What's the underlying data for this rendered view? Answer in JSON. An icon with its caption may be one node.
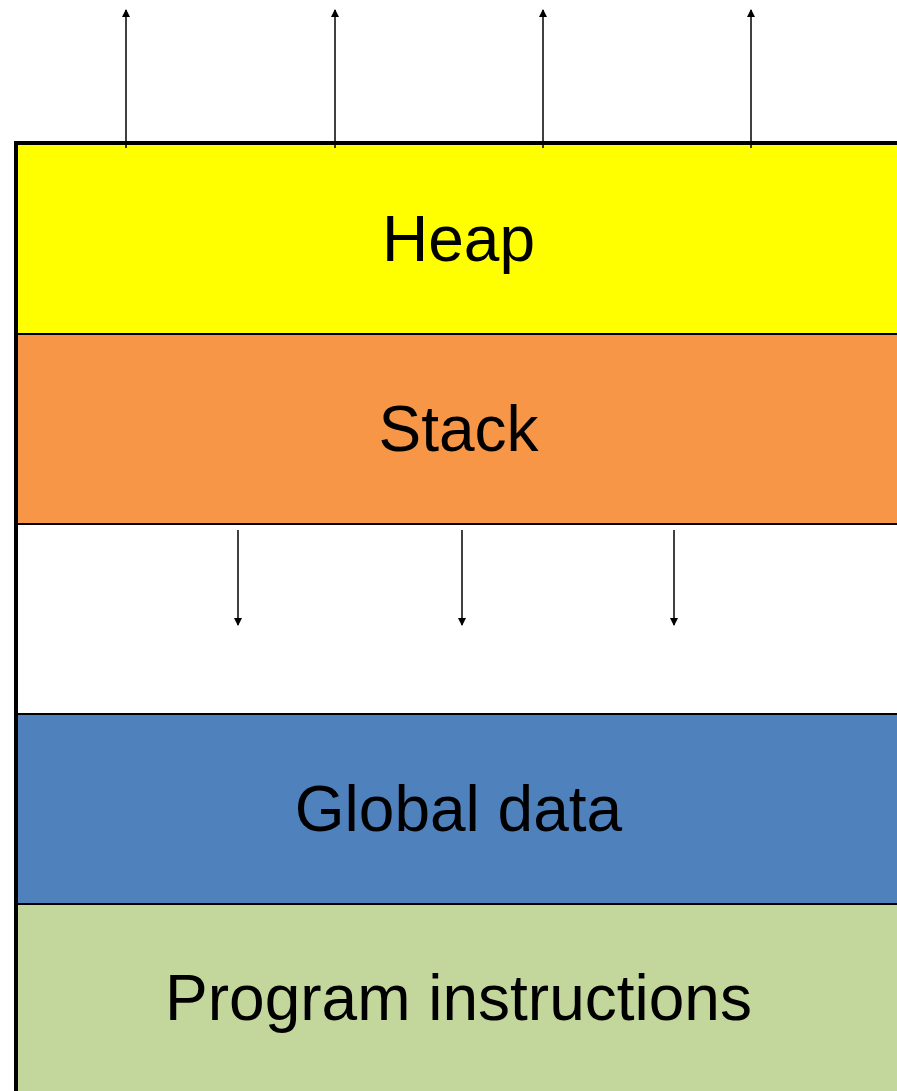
{
  "diagram": {
    "nodes": [
      {
        "text": [
          "Heap"
        ]
      },
      {
        "text": [
          "Stack"
        ]
      },
      {
        "text": [],
        "shape": "box"
      },
      {
        "text": [
          "Global data"
        ]
      },
      {
        "text": [
          "Program instructions"
        ]
      }
    ],
    "edges": [
      {
        "from": 0,
        "to": null,
        "arrow": "to"
      },
      {
        "from": 0,
        "to": null,
        "arrow": "to"
      },
      {
        "from": 0,
        "to": null,
        "arrow": "to"
      },
      {
        "from": 0,
        "to": null,
        "arrow": "to"
      },
      {
        "from": 1,
        "to": 2,
        "arrow": "to"
      },
      {
        "from": 1,
        "to": 2,
        "arrow": "to"
      },
      {
        "from": 1,
        "to": 2,
        "arrow": "to"
      }
    ]
  }
}
